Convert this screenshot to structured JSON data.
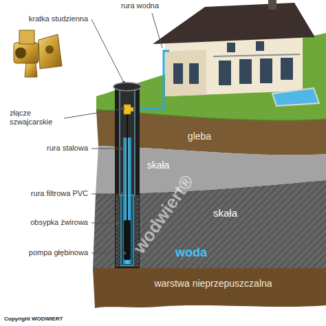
{
  "diagram": {
    "nodes": [
      {
        "text": [
          "gleba"
        ]
      },
      {
        "text": [
          "skała"
        ]
      },
      {
        "text": [
          "skała",
          "woda"
        ]
      },
      {
        "text": [
          "warstwa nieprzepuszczalna"
        ]
      }
    ],
    "labels": [
      "rura wodna",
      "kratka studzienna",
      "złącze szwajcarskie",
      "rura stalowa",
      "rura filtrowa PVC",
      "obsypka żwirowa",
      "pompa głębinowa",
      "wodwiert®",
      "Copyright WODWIERT"
    ]
  }
}
